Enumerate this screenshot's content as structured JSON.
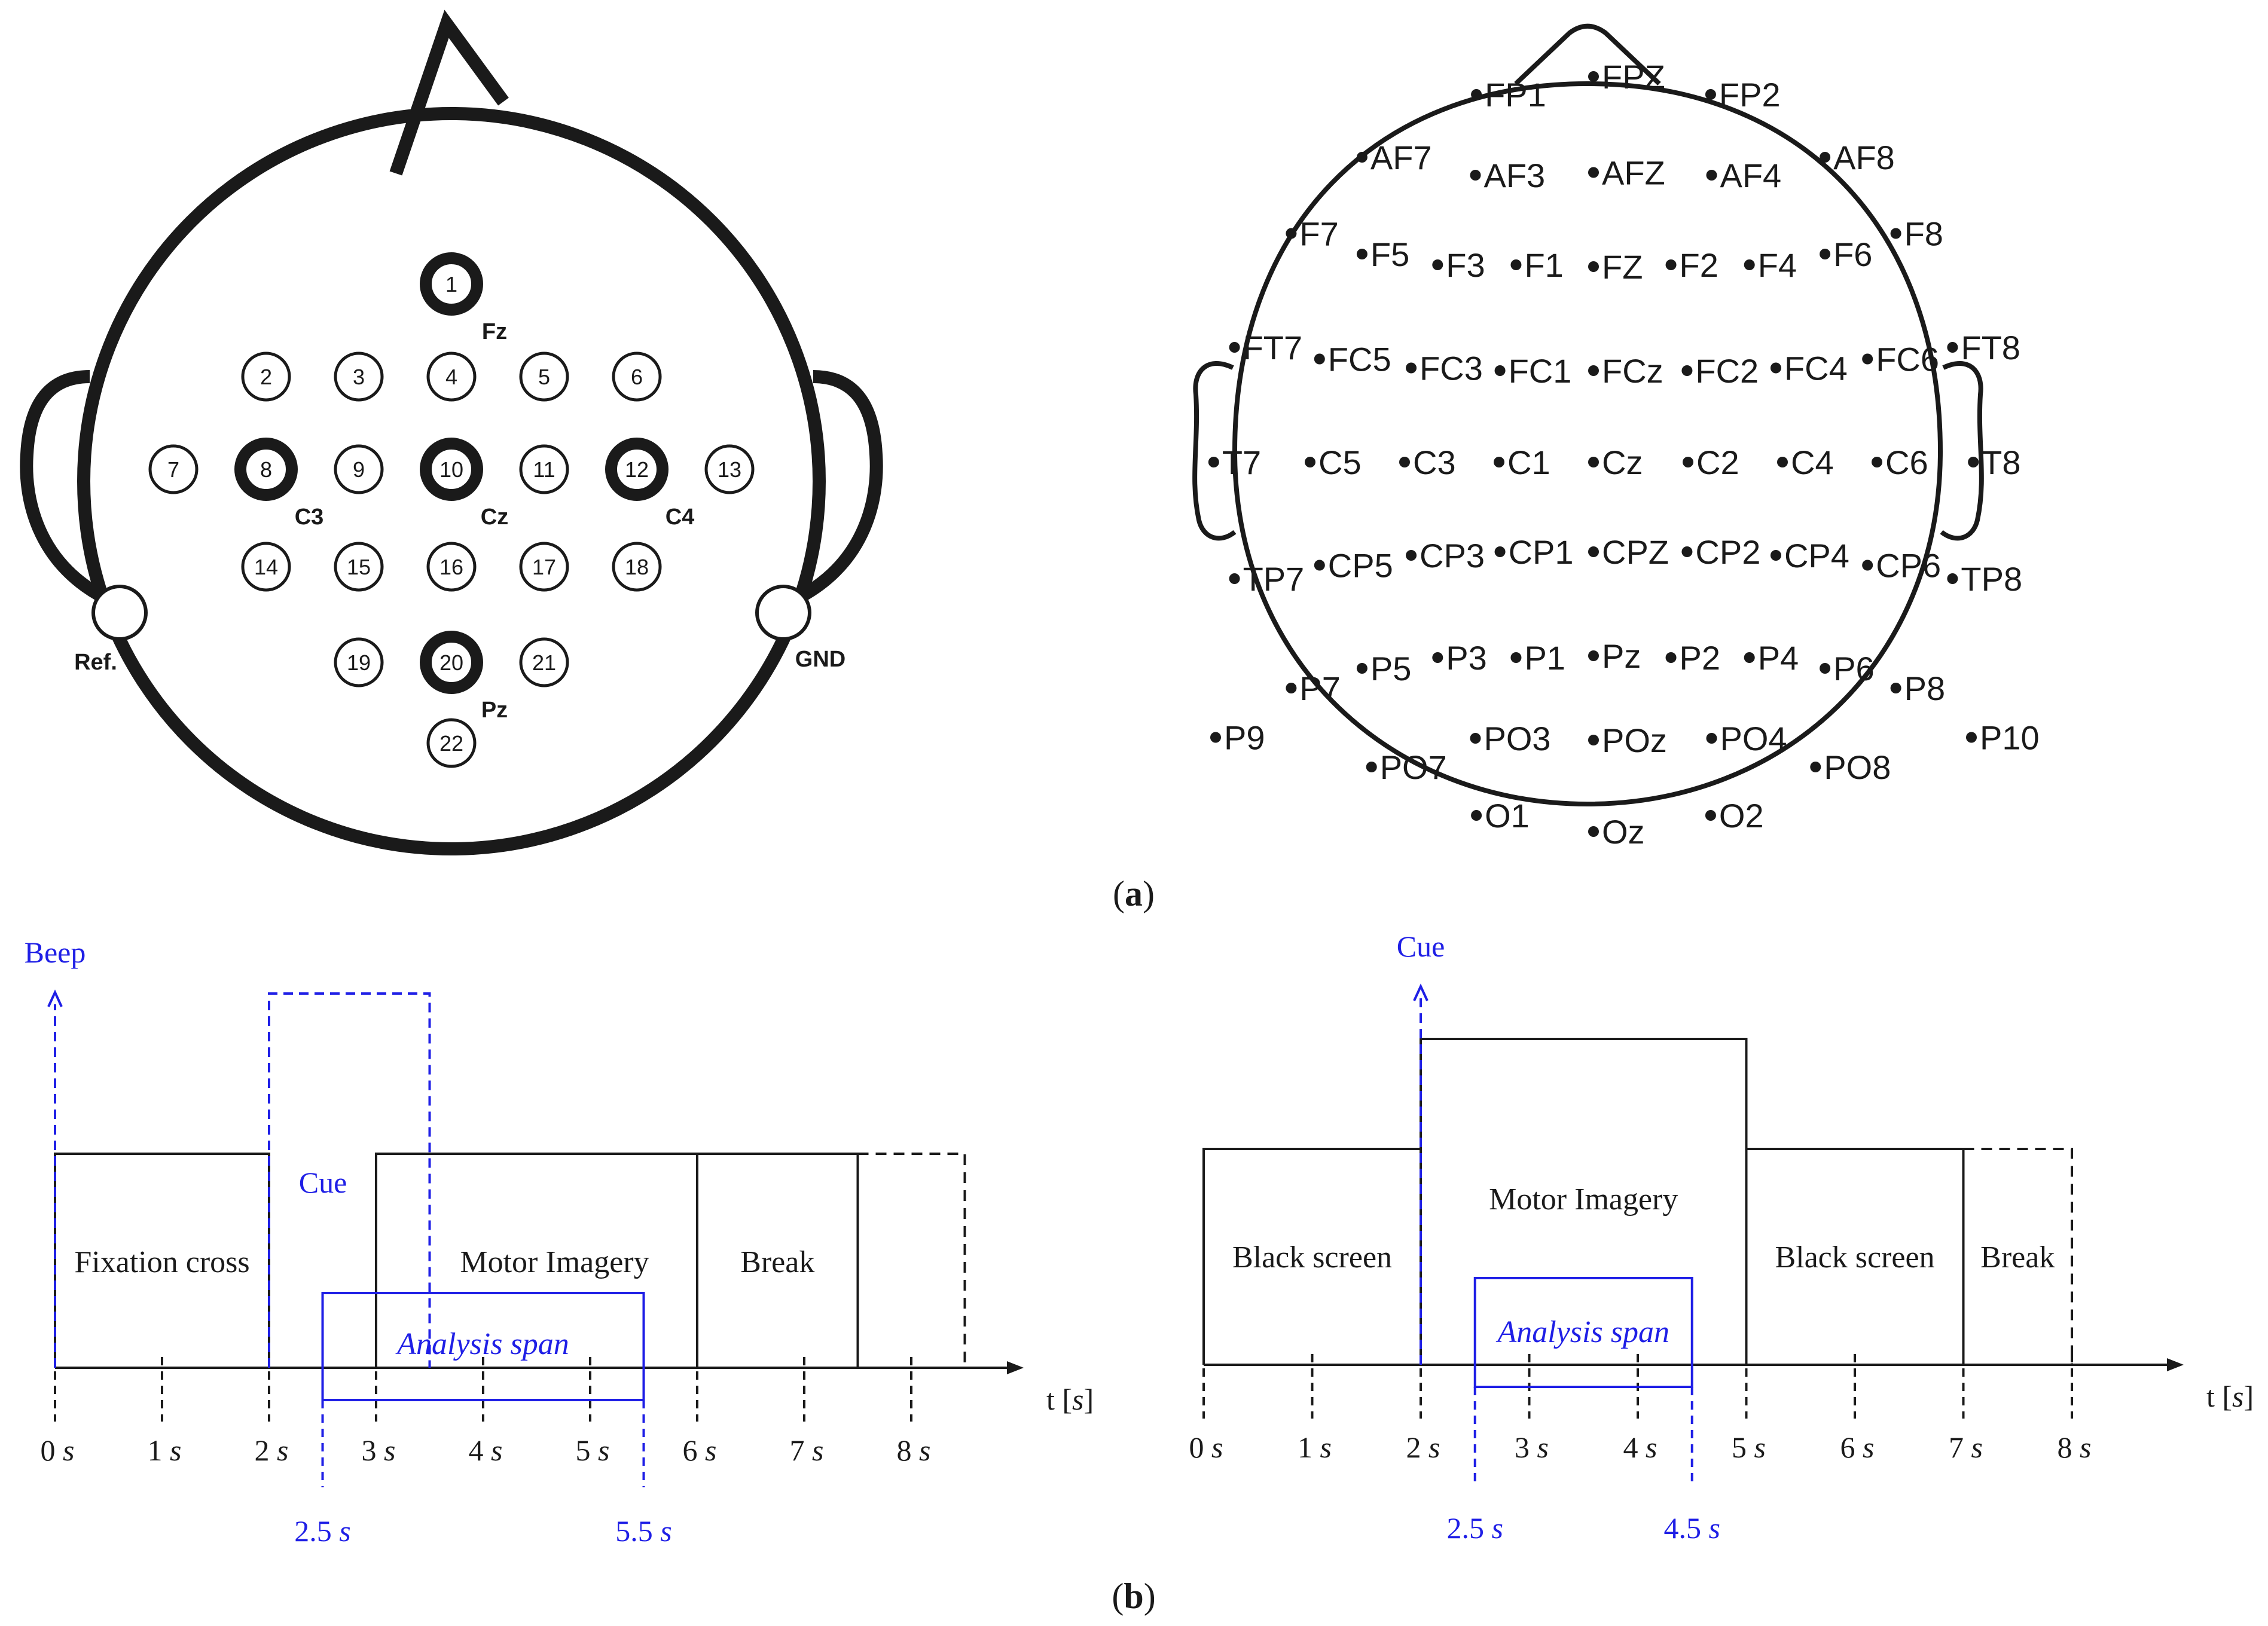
{
  "panel_labels": {
    "a": "a",
    "b": "b"
  },
  "head_left": {
    "ear_labels": {
      "ref": "Ref.",
      "gnd": "GND"
    },
    "electrodes": [
      {
        "n": "1",
        "col": 0,
        "row": 0,
        "bold": true,
        "site": "Fz"
      },
      {
        "n": "2",
        "col": -2,
        "row": 1,
        "bold": false,
        "site": ""
      },
      {
        "n": "3",
        "col": -1,
        "row": 1,
        "bold": false,
        "site": ""
      },
      {
        "n": "4",
        "col": 0,
        "row": 1,
        "bold": false,
        "site": ""
      },
      {
        "n": "5",
        "col": 1,
        "row": 1,
        "bold": false,
        "site": ""
      },
      {
        "n": "6",
        "col": 2,
        "row": 1,
        "bold": false,
        "site": ""
      },
      {
        "n": "7",
        "col": -3,
        "row": 2,
        "bold": false,
        "site": ""
      },
      {
        "n": "8",
        "col": -2,
        "row": 2,
        "bold": true,
        "site": "C3"
      },
      {
        "n": "9",
        "col": -1,
        "row": 2,
        "bold": false,
        "site": ""
      },
      {
        "n": "10",
        "col": 0,
        "row": 2,
        "bold": true,
        "site": "Cz"
      },
      {
        "n": "11",
        "col": 1,
        "row": 2,
        "bold": false,
        "site": ""
      },
      {
        "n": "12",
        "col": 2,
        "row": 2,
        "bold": true,
        "site": "C4"
      },
      {
        "n": "13",
        "col": 3,
        "row": 2,
        "bold": false,
        "site": ""
      },
      {
        "n": "14",
        "col": -2,
        "row": 3,
        "bold": false,
        "site": ""
      },
      {
        "n": "15",
        "col": -1,
        "row": 3,
        "bold": false,
        "site": ""
      },
      {
        "n": "16",
        "col": 0,
        "row": 3,
        "bold": false,
        "site": ""
      },
      {
        "n": "17",
        "col": 1,
        "row": 3,
        "bold": false,
        "site": ""
      },
      {
        "n": "18",
        "col": 2,
        "row": 3,
        "bold": false,
        "site": ""
      },
      {
        "n": "19",
        "col": -1,
        "row": 4,
        "bold": false,
        "site": ""
      },
      {
        "n": "20",
        "col": 0,
        "row": 4,
        "bold": true,
        "site": "Pz"
      },
      {
        "n": "21",
        "col": 1,
        "row": 4,
        "bold": false,
        "site": ""
      },
      {
        "n": "22",
        "col": 0,
        "row": 5,
        "bold": false,
        "site": ""
      }
    ]
  },
  "head_right": {
    "electrodes": [
      {
        "label": "FPZ",
        "gx": 0,
        "gy": -0.2
      },
      {
        "label": "FP1",
        "gx": -1.24,
        "gy": 0
      },
      {
        "label": "FP2",
        "gx": 1.24,
        "gy": 0
      },
      {
        "label": "AF7",
        "gx": -2.45,
        "gy": 0.7
      },
      {
        "label": "AF3",
        "gx": -1.25,
        "gy": 0.9
      },
      {
        "label": "AFZ",
        "gx": 0,
        "gy": 0.87
      },
      {
        "label": "AF4",
        "gx": 1.25,
        "gy": 0.9
      },
      {
        "label": "AF8",
        "gx": 2.45,
        "gy": 0.7
      },
      {
        "label": "F7",
        "gx": -3.2,
        "gy": 1.55
      },
      {
        "label": "F5",
        "gx": -2.45,
        "gy": 1.78
      },
      {
        "label": "F3",
        "gx": -1.65,
        "gy": 1.9
      },
      {
        "label": "F1",
        "gx": -0.82,
        "gy": 1.9
      },
      {
        "label": "FZ",
        "gx": 0,
        "gy": 1.92
      },
      {
        "label": "F2",
        "gx": 0.82,
        "gy": 1.9
      },
      {
        "label": "F4",
        "gx": 1.65,
        "gy": 1.9
      },
      {
        "label": "F6",
        "gx": 2.45,
        "gy": 1.78
      },
      {
        "label": "F8",
        "gx": 3.2,
        "gy": 1.55
      },
      {
        "label": "FT7",
        "gx": -3.8,
        "gy": 2.82
      },
      {
        "label": "FC5",
        "gx": -2.9,
        "gy": 2.95
      },
      {
        "label": "FC3",
        "gx": -1.93,
        "gy": 3.05
      },
      {
        "label": "FC1",
        "gx": -0.99,
        "gy": 3.08
      },
      {
        "label": "FCz",
        "gx": 0,
        "gy": 3.08
      },
      {
        "label": "FC2",
        "gx": 0.99,
        "gy": 3.08
      },
      {
        "label": "FC4",
        "gx": 1.93,
        "gy": 3.05
      },
      {
        "label": "FC6",
        "gx": 2.9,
        "gy": 2.95
      },
      {
        "label": "FT8",
        "gx": 3.8,
        "gy": 2.82
      },
      {
        "label": "T7",
        "gx": -4.02,
        "gy": 4.1
      },
      {
        "label": "C5",
        "gx": -3.0,
        "gy": 4.1
      },
      {
        "label": "C3",
        "gx": -2.0,
        "gy": 4.1
      },
      {
        "label": "C1",
        "gx": -1.0,
        "gy": 4.1
      },
      {
        "label": "Cz",
        "gx": 0,
        "gy": 4.1
      },
      {
        "label": "C2",
        "gx": 1.0,
        "gy": 4.1
      },
      {
        "label": "C4",
        "gx": 2.0,
        "gy": 4.1
      },
      {
        "label": "C6",
        "gx": 3.0,
        "gy": 4.1
      },
      {
        "label": "T8",
        "gx": 4.02,
        "gy": 4.1
      },
      {
        "label": "TP7",
        "gx": -3.8,
        "gy": 5.4
      },
      {
        "label": "CP5",
        "gx": -2.9,
        "gy": 5.25
      },
      {
        "label": "CP3",
        "gx": -1.93,
        "gy": 5.14
      },
      {
        "label": "CP1",
        "gx": -0.99,
        "gy": 5.1
      },
      {
        "label": "CPZ",
        "gx": 0,
        "gy": 5.1
      },
      {
        "label": "CP2",
        "gx": 0.99,
        "gy": 5.1
      },
      {
        "label": "CP4",
        "gx": 1.93,
        "gy": 5.14
      },
      {
        "label": "CP6",
        "gx": 2.9,
        "gy": 5.25
      },
      {
        "label": "TP8",
        "gx": 3.8,
        "gy": 5.4
      },
      {
        "label": "P7",
        "gx": -3.2,
        "gy": 6.62
      },
      {
        "label": "P5",
        "gx": -2.45,
        "gy": 6.4
      },
      {
        "label": "P3",
        "gx": -1.65,
        "gy": 6.28
      },
      {
        "label": "P1",
        "gx": -0.82,
        "gy": 6.28
      },
      {
        "label": "Pz",
        "gx": 0,
        "gy": 6.26
      },
      {
        "label": "P2",
        "gx": 0.82,
        "gy": 6.28
      },
      {
        "label": "P4",
        "gx": 1.65,
        "gy": 6.28
      },
      {
        "label": "P6",
        "gx": 2.45,
        "gy": 6.4
      },
      {
        "label": "P8",
        "gx": 3.2,
        "gy": 6.62
      },
      {
        "label": "P9",
        "gx": -4.0,
        "gy": 7.17
      },
      {
        "label": "P10",
        "gx": 4.0,
        "gy": 7.17
      },
      {
        "label": "PO7",
        "gx": -2.35,
        "gy": 7.5
      },
      {
        "label": "PO3",
        "gx": -1.25,
        "gy": 7.18
      },
      {
        "label": "POz",
        "gx": 0,
        "gy": 7.2
      },
      {
        "label": "PO4",
        "gx": 1.25,
        "gy": 7.18
      },
      {
        "label": "PO8",
        "gx": 2.35,
        "gy": 7.5
      },
      {
        "label": "O1",
        "gx": -1.24,
        "gy": 8.04
      },
      {
        "label": "Oz",
        "gx": 0,
        "gy": 8.22
      },
      {
        "label": "O2",
        "gx": 1.24,
        "gy": 8.04
      }
    ]
  },
  "timeline_left": {
    "axis_label": "t [",
    "axis_unit": "s",
    "axis_close": "]",
    "ticks": [
      0,
      1,
      2,
      3,
      4,
      5,
      6,
      7,
      8
    ],
    "unit": "s",
    "blocks": [
      {
        "label": "Fixation cross",
        "start": 0,
        "end": 2,
        "dashed": false
      },
      {
        "label": "Motor Imagery",
        "start": 3,
        "end": 6,
        "dashed": false
      },
      {
        "label": "Break",
        "start": 6,
        "end": 7.5,
        "dashed": false
      },
      {
        "label": "",
        "start": 7.5,
        "end": 8.5,
        "dashed": true
      }
    ],
    "events": [
      {
        "label": "Beep",
        "time": 0
      },
      {
        "label": "Cue",
        "start": 2,
        "end": 3.5
      }
    ],
    "analysis": {
      "label": "Analysis span",
      "start": 2.5,
      "end": 5.5,
      "start_label": "2.5",
      "end_label": "5.5"
    }
  },
  "timeline_right": {
    "axis_label": "t [",
    "axis_unit": "s",
    "axis_close": "]",
    "ticks": [
      0,
      1,
      2,
      3,
      4,
      5,
      6,
      7,
      8
    ],
    "unit": "s",
    "blocks": [
      {
        "label": "Black screen",
        "start": 0,
        "end": 2,
        "dashed": false,
        "tall": false
      },
      {
        "label": "Motor Imagery",
        "start": 2,
        "end": 5,
        "dashed": false,
        "tall": true
      },
      {
        "label": "Black screen",
        "start": 5,
        "end": 7,
        "dashed": false,
        "tall": false
      },
      {
        "label": "Break",
        "start": 7,
        "end": 8,
        "dashed": true,
        "tall": false
      }
    ],
    "events": [
      {
        "label": "Cue",
        "time": 2
      }
    ],
    "analysis": {
      "label": "Analysis span",
      "start": 2.5,
      "end": 4.5,
      "start_label": "2.5",
      "end_label": "4.5"
    }
  },
  "colors": {
    "ink": "#1a1a1a",
    "blue": "#1f1fe6"
  }
}
